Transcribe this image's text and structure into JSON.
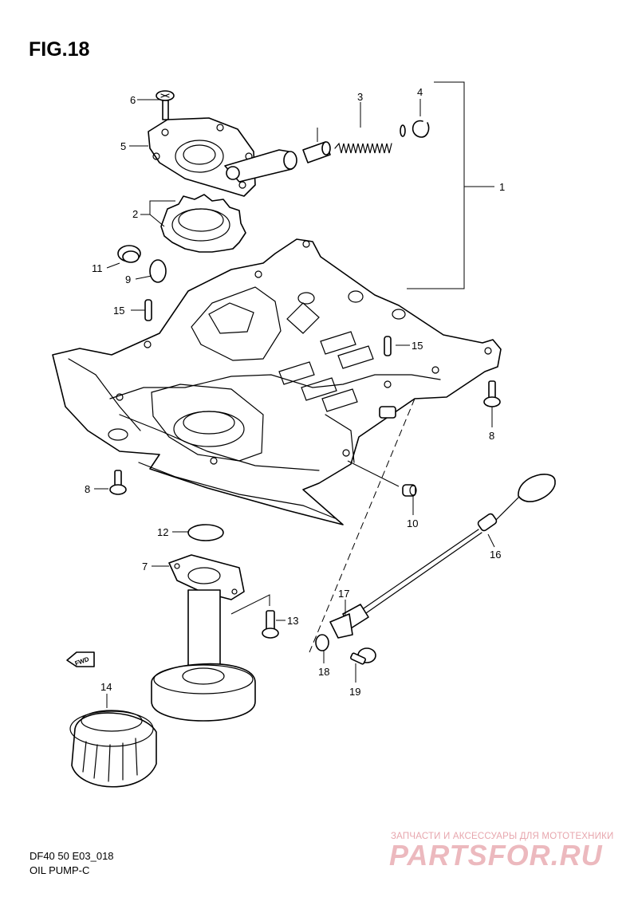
{
  "figure_title": "FIG.18",
  "caption_model": "DF40 50 E03_018",
  "caption_name": "OIL PUMP-C",
  "arrow_label": "FWD",
  "watermark": {
    "tagline": "ЗАПЧАСТИ И АКСЕССУАРЫ ДЛЯ МОТОТЕХНИКИ",
    "brand": "PARTSFOR.RU"
  },
  "callouts": [
    "1",
    "2",
    "3",
    "4",
    "5",
    "6",
    "7",
    "8",
    "8",
    "9",
    "10",
    "11",
    "12",
    "13",
    "14",
    "15",
    "15",
    "16",
    "17",
    "18",
    "19"
  ]
}
